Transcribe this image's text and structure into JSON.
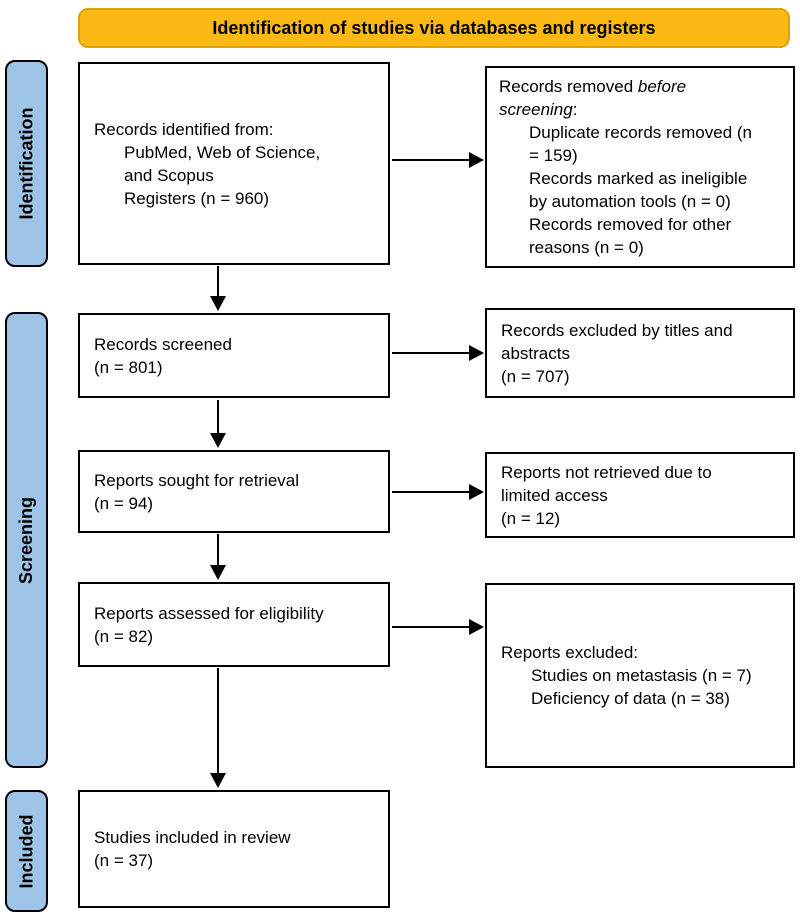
{
  "banner": {
    "label": "Identification of studies via databases and registers"
  },
  "stages": {
    "identification": "Identification",
    "screening": "Screening",
    "included": "Included"
  },
  "boxes": {
    "records_identified": {
      "line1": "Records identified from:",
      "line2": "PubMed, Web of Science,",
      "line3": "and Scopus",
      "line4": "Registers (n = 960)"
    },
    "records_removed": {
      "intro_prefix": "Records removed ",
      "intro_italic": "before screening",
      "intro_suffix": ":",
      "item1": "Duplicate records removed (n = 159)",
      "item2": "Records marked as ineligible by automation tools (n = 0)",
      "item3": "Records removed for other reasons (n = 0)"
    },
    "records_screened": {
      "line1": "Records screened",
      "line2": "(n = 801)"
    },
    "records_excluded": {
      "line1": "Records excluded by titles and abstracts",
      "line2": "(n = 707)"
    },
    "reports_sought": {
      "line1": "Reports sought for retrieval",
      "line2": "(n = 94)"
    },
    "reports_not_retrieved": {
      "line1": "Reports not retrieved due to limited access",
      "line2": "(n = 12)"
    },
    "reports_assessed": {
      "line1": "Reports assessed for eligibility",
      "line2": "(n = 82)"
    },
    "reports_excluded": {
      "intro": "Reports excluded:",
      "item1": "Studies on metastasis (n = 7)",
      "item2": "Deficiency of data (n = 38)"
    },
    "studies_included": {
      "line1": "Studies included in review",
      "line2": "(n = 37)"
    }
  },
  "colors": {
    "banner_fill": "#FDB913",
    "banner_border": "#DFA10E",
    "stage_fill": "#9DC3E6",
    "box_border": "#000000",
    "text_color": "#000000"
  }
}
